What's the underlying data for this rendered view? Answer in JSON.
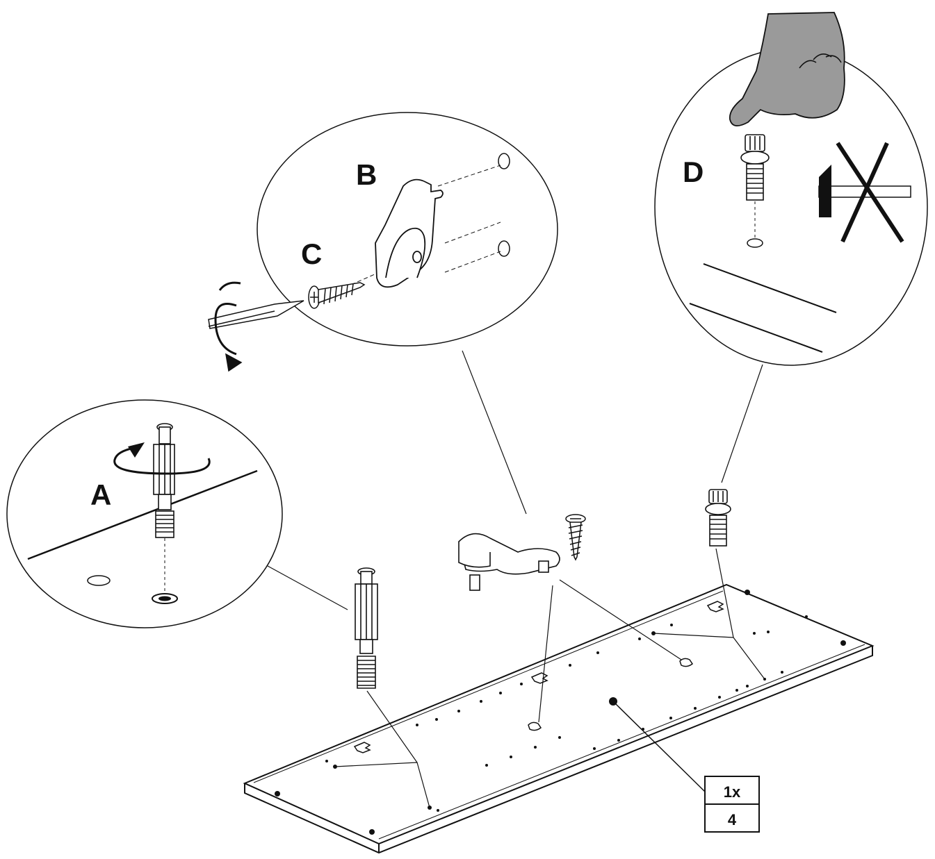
{
  "callouts": {
    "a": "A",
    "b": "B",
    "c": "C",
    "d": "D"
  },
  "quantity_box": {
    "count": "1x",
    "page": "4"
  },
  "icons": {
    "hammer": "hammer-prohibited-icon",
    "hand": "hand-press-icon",
    "screwdriver": "screwdriver-icon",
    "rotation": "rotation-arrow-icon"
  },
  "colors": {
    "line": "#111111",
    "panel_fill": "#ffffff",
    "hand_fill": "#9a9a9a",
    "bubble_fill": "#ffffff"
  }
}
